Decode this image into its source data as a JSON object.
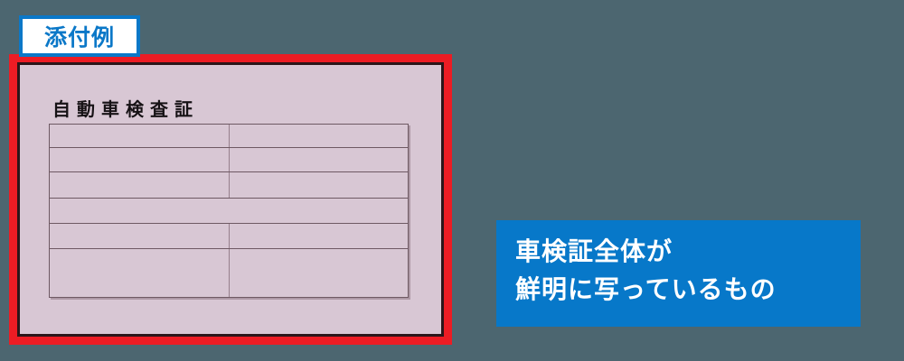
{
  "attachment_label": "添付例",
  "certificate": {
    "title": "自動車検査証"
  },
  "note": {
    "lines": [
      "車検証全体が",
      "鮮明に写っているもの"
    ]
  },
  "colors": {
    "background": "#4C6670",
    "accent_blue": "#0B78C8",
    "note_blue": "#0778C9",
    "frame_red": "#EC1C24",
    "card_pink": "#D8C7D4",
    "table_line": "#6E5963"
  }
}
